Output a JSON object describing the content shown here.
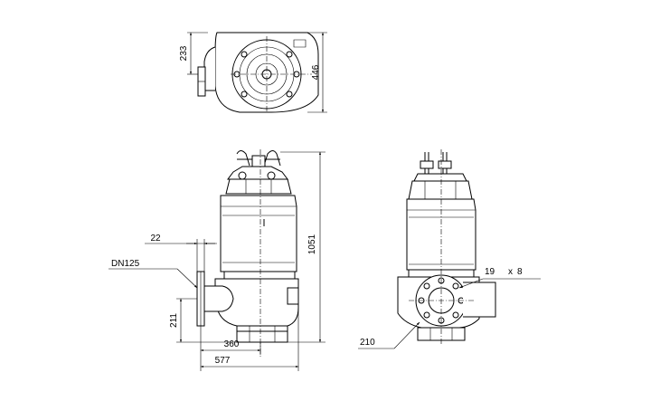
{
  "dimensions": {
    "top_height": "233",
    "top_width": "446",
    "flange_thickness": "22",
    "outlet": "DN125",
    "outlet_height": "211",
    "axis_to_outlet": "360",
    "total_length": "577",
    "total_height": "1051",
    "hole_diameter": "19",
    "hole_count_symbol": "x",
    "hole_count": "8",
    "bolt_circle": "210"
  },
  "colors": {
    "line": "#000000",
    "background": "#ffffff"
  }
}
